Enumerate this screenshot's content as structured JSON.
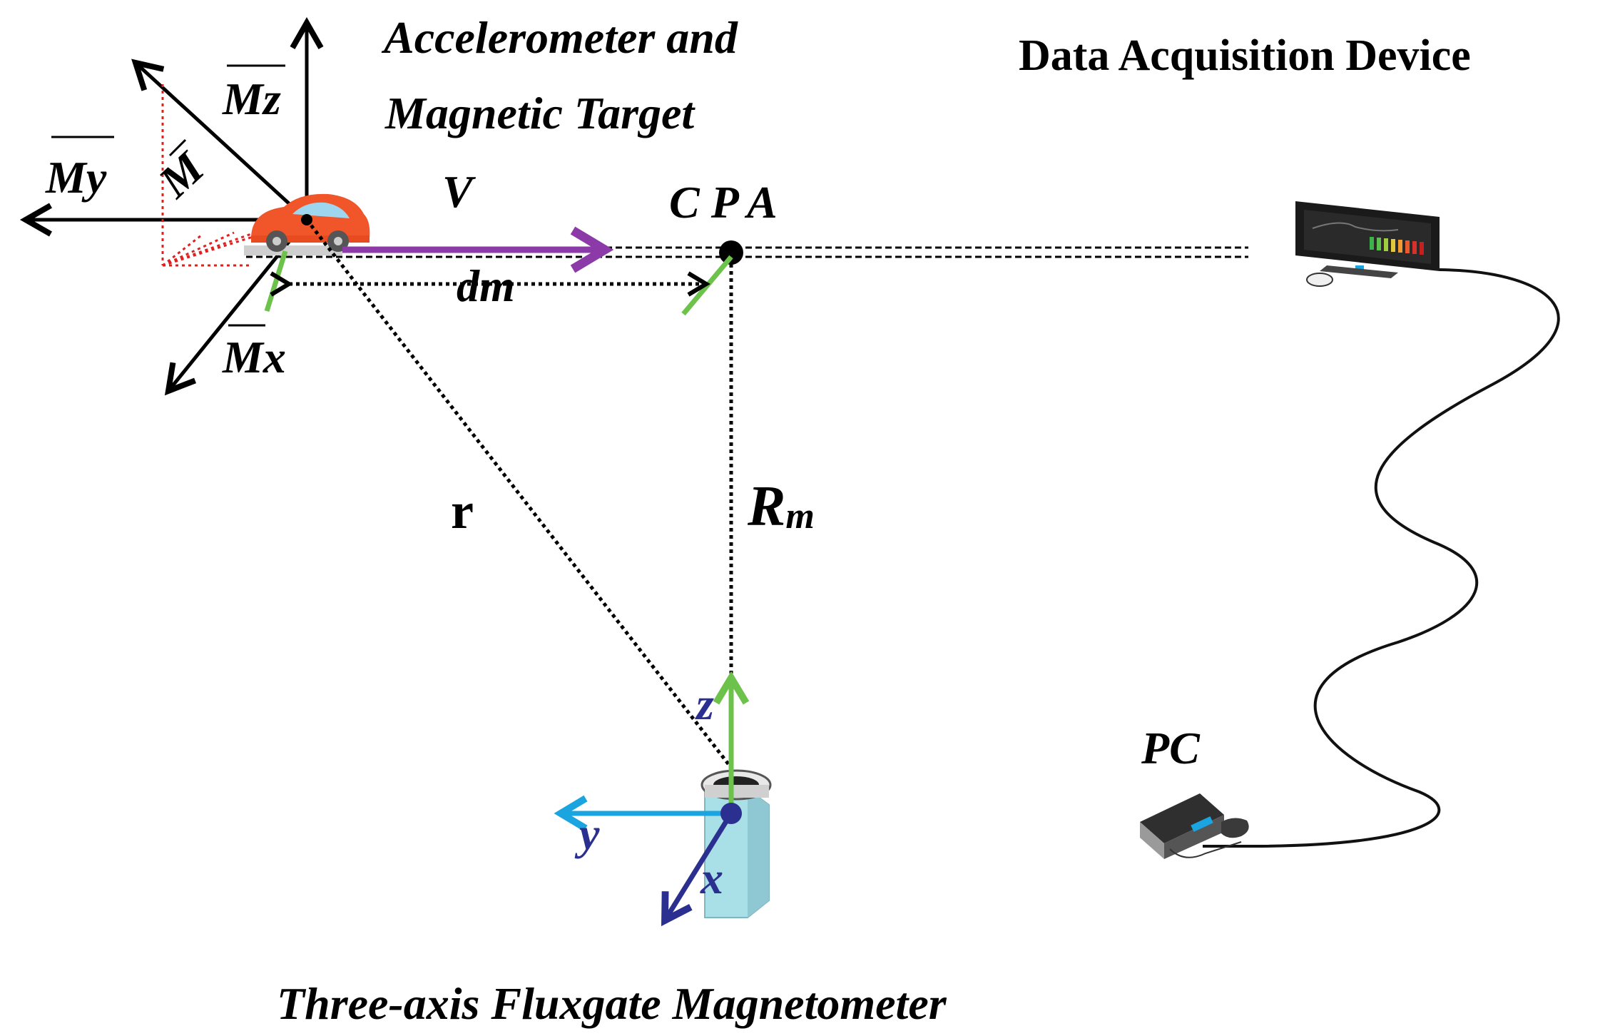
{
  "labels": {
    "target_title_line1": "Accelerometer and",
    "target_title_line2": "Magnetic Target",
    "daq_title": "Data Acquisition Device",
    "sensor_title": "Three-axis Fluxgate Magnetometer",
    "velocity": "V",
    "cpa": "C P A",
    "dm": "dm",
    "r": "r",
    "rm_main": "R",
    "rm_sub": "m",
    "pc": "PC",
    "moment_M": "M",
    "moment_Mx": "Mx",
    "moment_My": "My",
    "moment_Mz": "Mz",
    "sensor_axis_x": "x",
    "sensor_axis_y": "y",
    "sensor_axis_z": "z"
  },
  "colors": {
    "velocity_arrow": "#8b3aa8",
    "sensor_z_axis": "#6cc24a",
    "sensor_y_axis": "#1aa5e0",
    "sensor_x_axis": "#2b2f8f",
    "projection_lines": "#e02020",
    "car_body": "#f0562a",
    "car_window": "#9fd6ef",
    "sensor_body": "#a9dfe6",
    "ticks_green": "#6cc24a"
  },
  "icons": {
    "target": "car-icon",
    "daq": "monitor-icon",
    "pc": "pc-box-icon",
    "sensor": "fluxgate-sensor-icon"
  }
}
